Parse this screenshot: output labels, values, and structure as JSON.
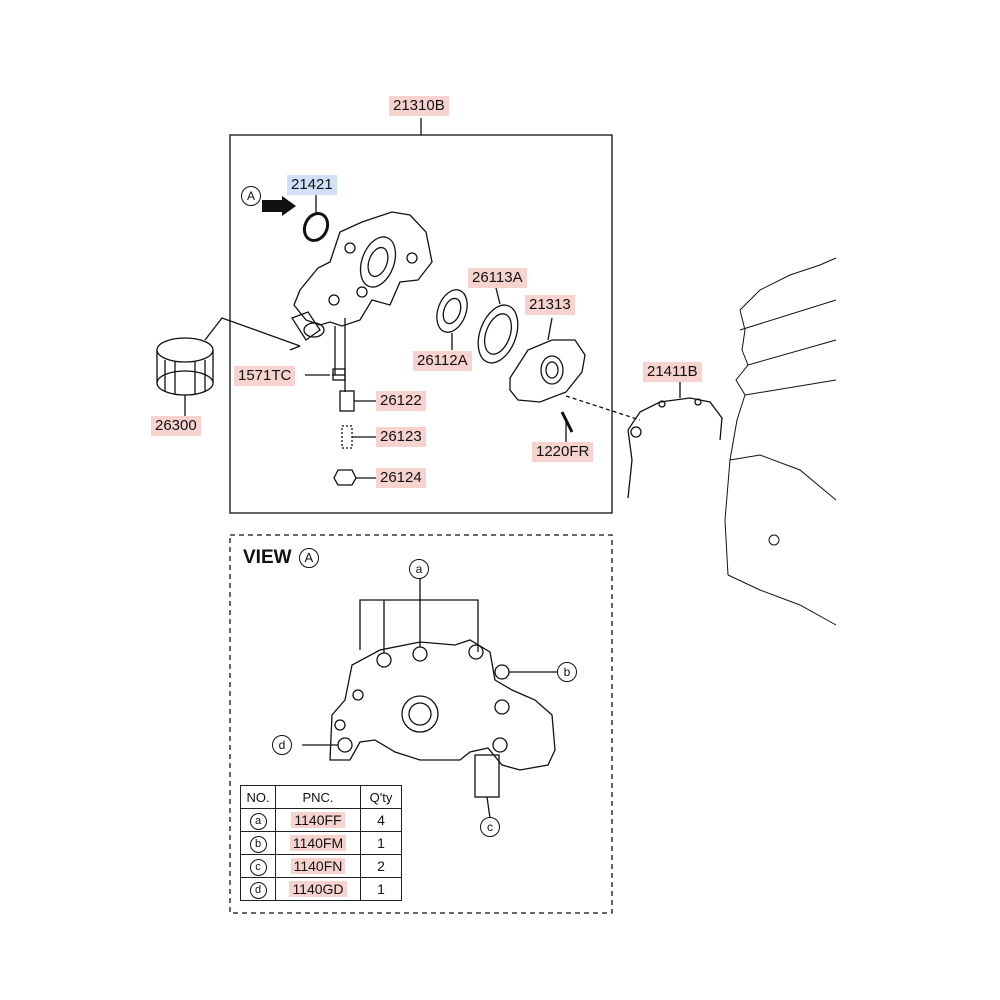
{
  "parts": {
    "p21310B": "21310B",
    "p21421": "21421",
    "p26113A": "26113A",
    "p21313": "21313",
    "p26112A": "26112A",
    "p21411B": "21411B",
    "p1571TC": "1571TC",
    "p26122": "26122",
    "p26123": "26123",
    "p26124": "26124",
    "p26300": "26300",
    "p1220FR": "1220FR"
  },
  "view": {
    "title": "VIEW",
    "marker": "A",
    "callouts": {
      "a": "a",
      "b": "b",
      "c": "c",
      "d": "d"
    }
  },
  "legend": {
    "headers": [
      "NO.",
      "PNC.",
      "Q'ty"
    ],
    "rows": [
      {
        "no": "a",
        "pnc": "1140FF",
        "qty": "4"
      },
      {
        "no": "b",
        "pnc": "1140FM",
        "qty": "1"
      },
      {
        "no": "c",
        "pnc": "1140FN",
        "qty": "2"
      },
      {
        "no": "d",
        "pnc": "1140GD",
        "qty": "1"
      }
    ]
  },
  "colors": {
    "part_label_bg": "#f7d3cf",
    "highlight_label_bg": "#cfe0f7",
    "line": "#111111"
  }
}
